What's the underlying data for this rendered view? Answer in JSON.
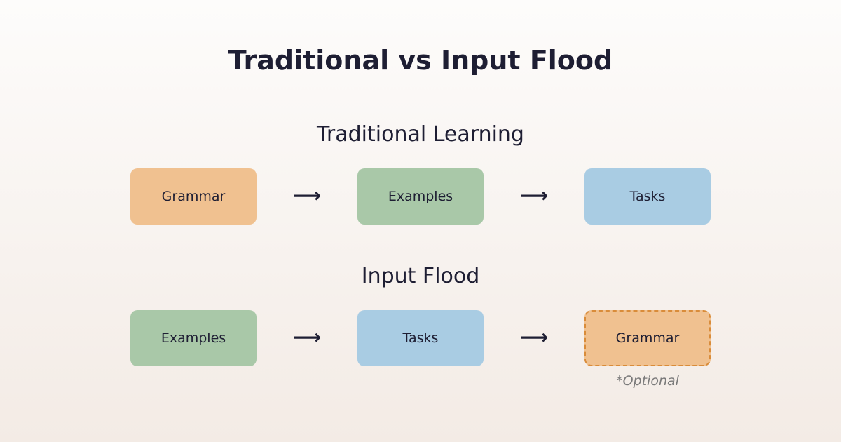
{
  "title": "Traditional vs Input Flood",
  "rows": [
    {
      "heading": "Traditional Learning",
      "steps": [
        {
          "label": "Grammar",
          "color": "#f0c190"
        },
        {
          "label": "Examples",
          "color": "#a9c8a8"
        },
        {
          "label": "Tasks",
          "color": "#a9cce3"
        }
      ]
    },
    {
      "heading": "Input Flood",
      "steps": [
        {
          "label": "Examples",
          "color": "#a9c8a8"
        },
        {
          "label": "Tasks",
          "color": "#a9cce3"
        },
        {
          "label": "Grammar",
          "color": "#f0c190",
          "dashed": true
        }
      ]
    }
  ],
  "arrow": "⟶",
  "optional_note": "*Optional"
}
